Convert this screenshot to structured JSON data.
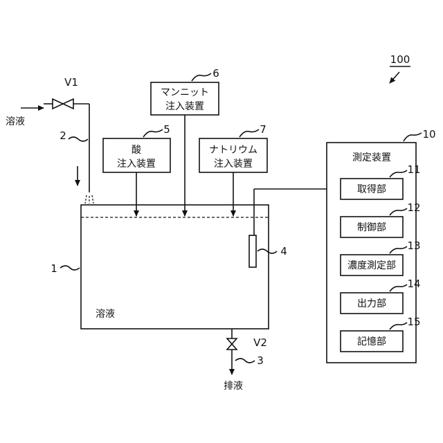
{
  "system_label": "100",
  "tank": {
    "number": "1",
    "content_label": "溶液"
  },
  "inlet": {
    "pipe_number": "2",
    "valve_label": "V1",
    "source_label": "溶液"
  },
  "outlet": {
    "pipe_number": "3",
    "valve_label": "V2",
    "drain_label": "排液"
  },
  "sensor": {
    "number": "4"
  },
  "acid_injector": {
    "number": "5",
    "lines": [
      "酸",
      "注入装置"
    ]
  },
  "mannitol_injector": {
    "number": "6",
    "lines": [
      "マンニット",
      "注入装置"
    ]
  },
  "sodium_injector": {
    "number": "7",
    "lines": [
      "ナトリウム",
      "注入装置"
    ]
  },
  "measuring_device": {
    "number": "10",
    "title": "測定装置",
    "units": [
      {
        "number": "11",
        "label": "取得部"
      },
      {
        "number": "12",
        "label": "制御部"
      },
      {
        "number": "13",
        "label": "濃度測定部"
      },
      {
        "number": "14",
        "label": "出力部"
      },
      {
        "number": "15",
        "label": "記憶部"
      }
    ]
  }
}
